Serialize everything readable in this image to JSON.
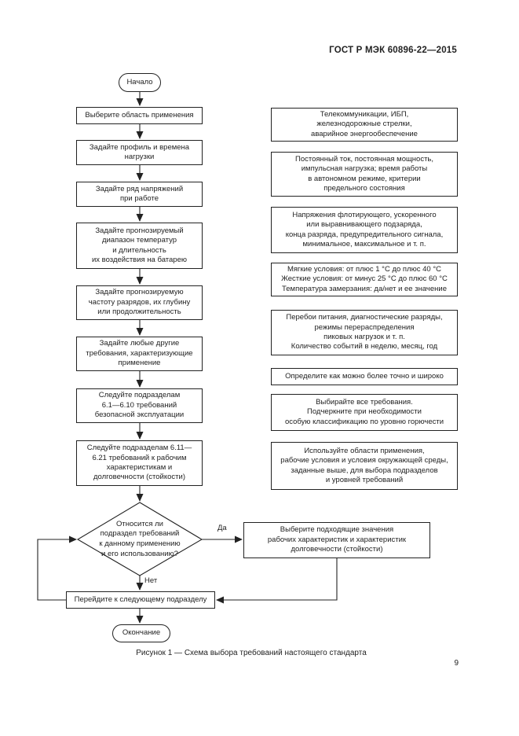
{
  "page": {
    "header": "ГОСТ Р МЭК 60896-22—2015",
    "caption": "Рисунок 1 — Схема выбора требований настоящего стандарта",
    "page_number": "9"
  },
  "flowchart": {
    "start_label": "Начало",
    "end_label": "Окончание",
    "steps": [
      "Выберите область применения",
      "Задайте профиль и времена\nнагрузки",
      "Задайте ряд напряжений\nпри работе",
      "Задайте прогнозируемый\nдиапазон температур\nи длительность\nих воздействия на батарею",
      "Задайте прогнозируемую\nчастоту разрядов, их глубину\nили продолжительность",
      "Задайте любые другие\nтребования, характеризующие\nприменение",
      "Следуйте подразделам\n6.1—6.10 требований\nбезопасной эксплуатации",
      "Следуйте подразделам 6.11—\n6.21 требований к рабочим\nхарактеристикам и\nдолговечности (стойкости)"
    ],
    "decision": "Относится ли\nподраздел требований\nк данному применению\nи его использованию?",
    "yes_label": "Да",
    "no_label": "Нет",
    "yes_action": "Выберите подходящие значения\nрабочих характеристик и характеристик\nдолговечности (стойкости)",
    "no_action": "Перейдите к следующему подразделу"
  },
  "notes": [
    "Телекоммуникации, ИБП,\nжелезнодорожные стрелки,\nаварийное энергообеспечение",
    "Постоянный ток, постоянная мощность,\nимпульсная нагрузка; время работы\nв автономном режиме, критерии\nпредельного состояния",
    "Напряжения флотирующего, ускоренного\nили выравнивающего подзаряда,\nконца разряда, предупредительного сигнала,\nминимальное, максимальное и т. п.",
    "Мягкие условия: от плюс 1 °С до плюс 40 °С\nЖесткие условия: от минус 25 °С до плюс 60 °С\nТемпература замерзания: да/нет и ее значение",
    "Перебои питания, диагностические разряды,\nрежимы перераспределения\nпиковых нагрузок и т. п.\nКоличество событий в неделю, месяц, год",
    "Определите как можно более точно и широко",
    "Выбирайте все требования.\nПодчеркните при необходимости\nособую классификацию по уровню горючести",
    "Используйте области применения,\nрабочие условия и условия окружающей среды,\nзаданные выше, для выбора подразделов\nи уровней требований"
  ],
  "colors": {
    "ink": "#222222",
    "paper": "#ffffff"
  }
}
